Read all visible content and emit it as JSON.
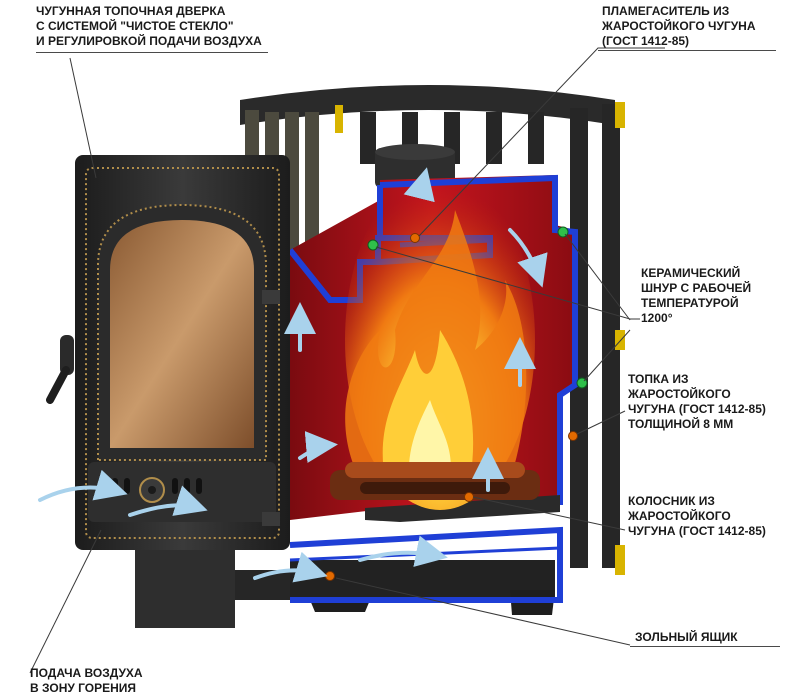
{
  "labels": {
    "door": [
      "ЧУГУННАЯ ТОПОЧНАЯ ДВЕРКА",
      "С СИСТЕМОЙ \"ЧИСТОЕ СТЕКЛО\"",
      "И РЕГУЛИРОВКОЙ ПОДАЧИ ВОЗДУХА"
    ],
    "flame_divider": [
      "ПЛАМЕГАСИТЕЛЬ ИЗ",
      "ЖАРОСТОЙКОГО ЧУГУНА",
      "(ГОСТ 1412-85)"
    ],
    "ceramic_cord": [
      "КЕРАМИЧЕСКИЙ",
      "ШНУР С РАБОЧЕЙ",
      "ТЕМПЕРАТУРОЙ",
      "1200°"
    ],
    "firebox": [
      "ТОПКА ИЗ",
      "ЖАРОСТОЙКОГО",
      "ЧУГУНА (ГОСТ 1412-85)",
      "ТОЛЩИНОЙ 8 ММ"
    ],
    "grate": [
      "КОЛОСНИК ИЗ",
      "ЖАРОСТОЙКОГО",
      "ЧУГУНА (ГОСТ 1412-85)"
    ],
    "ash_box": [
      "ЗОЛЬНЫЙ ЯЩИК"
    ],
    "air_supply": [
      "ПОДАЧА ВОЗДУХА",
      "В ЗОНУ ГОРЕНИЯ"
    ]
  },
  "colors": {
    "body_cast_iron": "#2b2b2b",
    "firebox_red": "#b3121b",
    "insulation_blue": "#1f3fd6",
    "marker_orange": "#e36a00",
    "marker_green": "#2fbf4a",
    "flame_yellow": "#ffd23a",
    "flame_orange": "#f07a12",
    "air_arrow": "#a9d2ec",
    "leader_line": "#3a3a3a"
  },
  "icons": [
    "arrow-icon",
    "knob-icon",
    "handle-icon",
    "flame-icon"
  ]
}
